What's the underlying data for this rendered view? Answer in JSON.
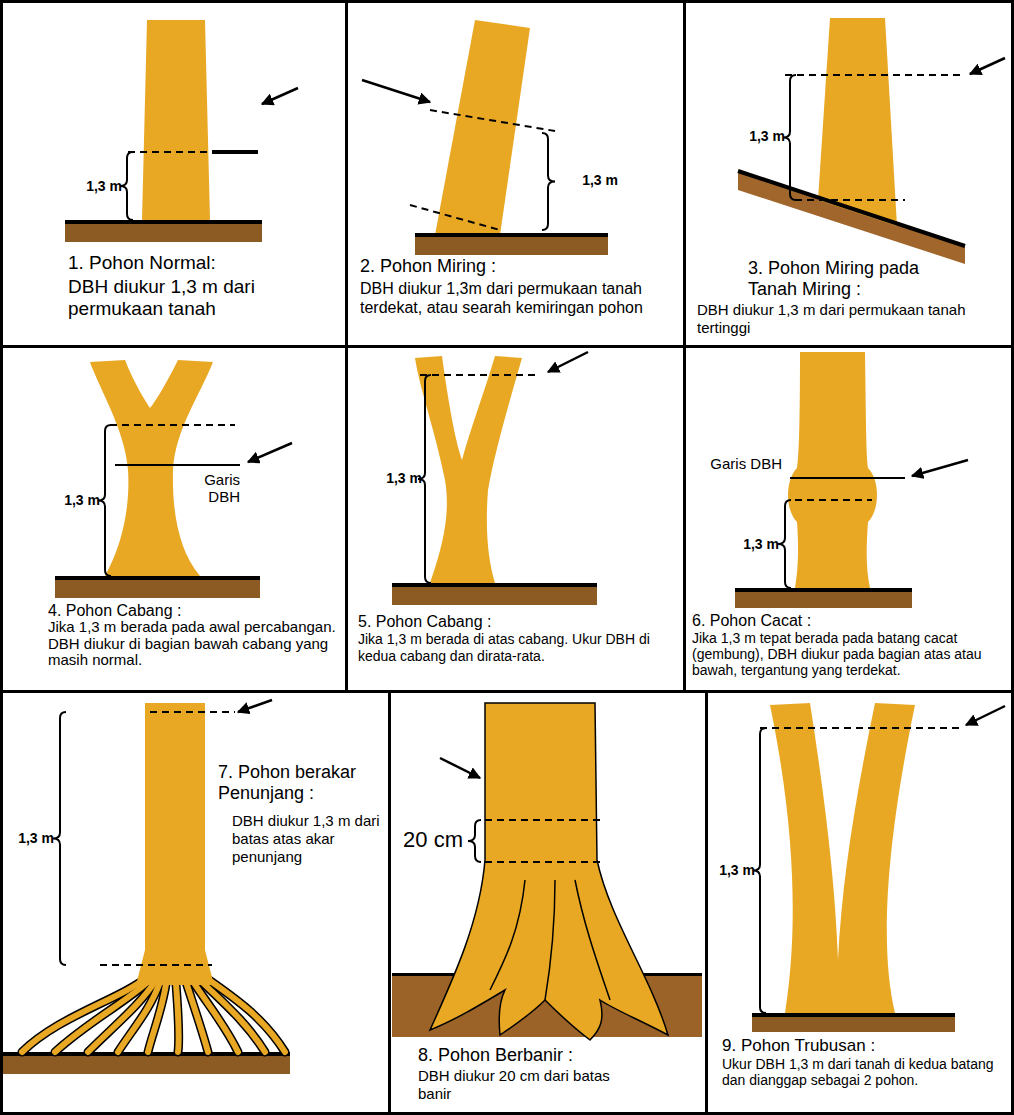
{
  "diagram": {
    "nodes": [
      {
        "text": [
          "1. Pohon Normal:",
          "DBH diukur 1,3 m dari permukaan tanah"
        ]
      },
      {
        "text": [
          "2. Pohon Miring :",
          "DBH diukur 1,3m dari permukaan tanah terdekat, atau searah kemiringan pohon"
        ]
      },
      {
        "text": [
          "3. Pohon Miring pada Tanah Miring :",
          "DBH diukur 1,3 m dari permukaan tanah tertinggi"
        ]
      },
      {
        "text": [
          "4. Pohon Cabang :",
          "Jika 1,3 m berada pada awal percabangan. DBH diukur di bagian bawah cabang yang masih normal."
        ]
      },
      {
        "text": [
          "5. Pohon Cabang :",
          "Jika 1,3 m berada di atas cabang. Ukur DBH di kedua cabang dan dirata-rata."
        ]
      },
      {
        "text": [
          "6. Pohon Cacat :",
          "Jika 1,3 m tepat berada pada batang cacat (gembung), DBH diukur pada bagian atas atau bawah, tergantung yang terdekat."
        ]
      },
      {
        "text": [
          "7. Pohon berakar Penunjang :",
          "DBH diukur 1,3 m dari batas atas akar penunjang"
        ]
      },
      {
        "text": [
          "8. Pohon Berbanir :",
          "DBH diukur 20 cm dari batas banir"
        ]
      },
      {
        "text": [
          "9. Pohon Trubusan :",
          "Ukur DBH 1,3 m dari tanah di kedua batang dan dianggap sebagai 2 pohon."
        ]
      }
    ],
    "labels": [
      "1,3 m",
      "1,3 m",
      "1,3 m",
      "1,3 m",
      "Garis DBH",
      "1,3 m",
      "Garis DBH",
      "1,3 m",
      "1,3 m",
      "20 cm",
      "1,3 m"
    ]
  }
}
